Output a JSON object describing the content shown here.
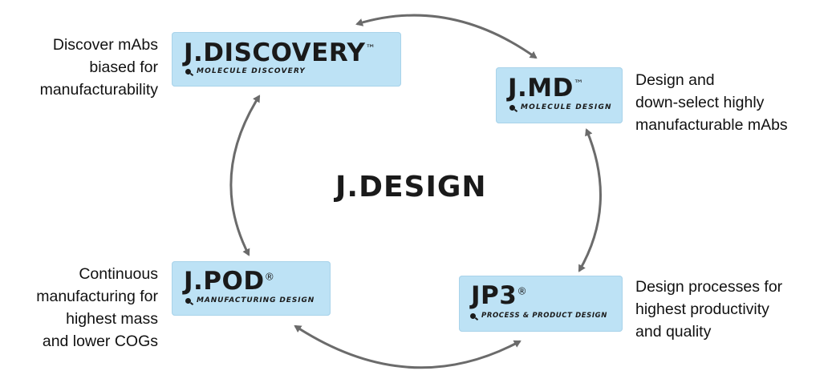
{
  "center_title": "J.DESIGN",
  "nodes": {
    "discovery": {
      "name": "J.DISCOVERY",
      "mark": "™",
      "subtitle": "Molecule Discovery",
      "description": [
        "Discover mAbs",
        "biased for",
        "manufacturability"
      ]
    },
    "md": {
      "name": "J.MD",
      "mark": "™",
      "subtitle": "Molecule Design",
      "description": [
        "Design and",
        "down-select highly",
        "manufacturable mAbs"
      ]
    },
    "jp3": {
      "name": "JP3",
      "mark": "®",
      "subtitle": "Process & Product Design",
      "description": [
        "Design processes for",
        "highest productivity",
        "and quality"
      ]
    },
    "pod": {
      "name": "J.POD",
      "mark": "®",
      "subtitle": "Manufacturing Design",
      "description": [
        "Continuous",
        "manufacturing for",
        "highest mass",
        "and lower COGs"
      ]
    }
  },
  "colors": {
    "box_fill": "#bde2f5",
    "arrow": "#6b6b6b",
    "text": "#111111"
  },
  "icons": {
    "subtitle_icon": "magnifier-icon",
    "connector": "double-headed-curved-arrow"
  }
}
